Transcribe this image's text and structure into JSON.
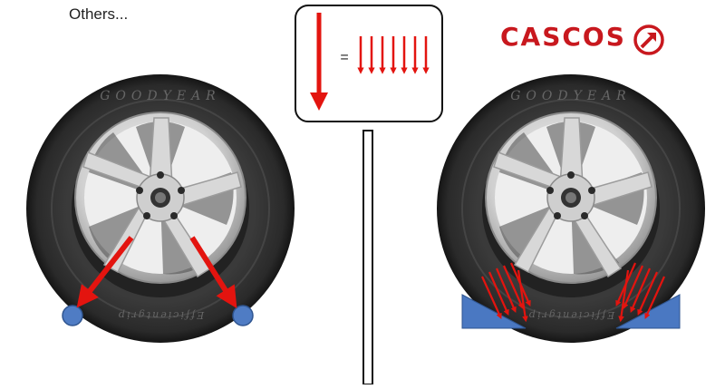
{
  "left_panel": {
    "label": "Others..."
  },
  "legend": {
    "equals": "="
  },
  "right_panel": {
    "brand": "CASCOS"
  },
  "tire": {
    "sidewall_brand": "GOODYEAR",
    "sidewall_model": "Efficientgrip"
  },
  "colors": {
    "arrow": "#e3140f",
    "roller": "#4f7cc4",
    "roller_edge": "#2f5590",
    "ramp": "#4a78c2",
    "brand": "#c8181e",
    "tire": "#2b2b2b",
    "rim": "#d9d9d9"
  },
  "icons": {
    "brand_logo": "arrow-in-circle-icon"
  }
}
